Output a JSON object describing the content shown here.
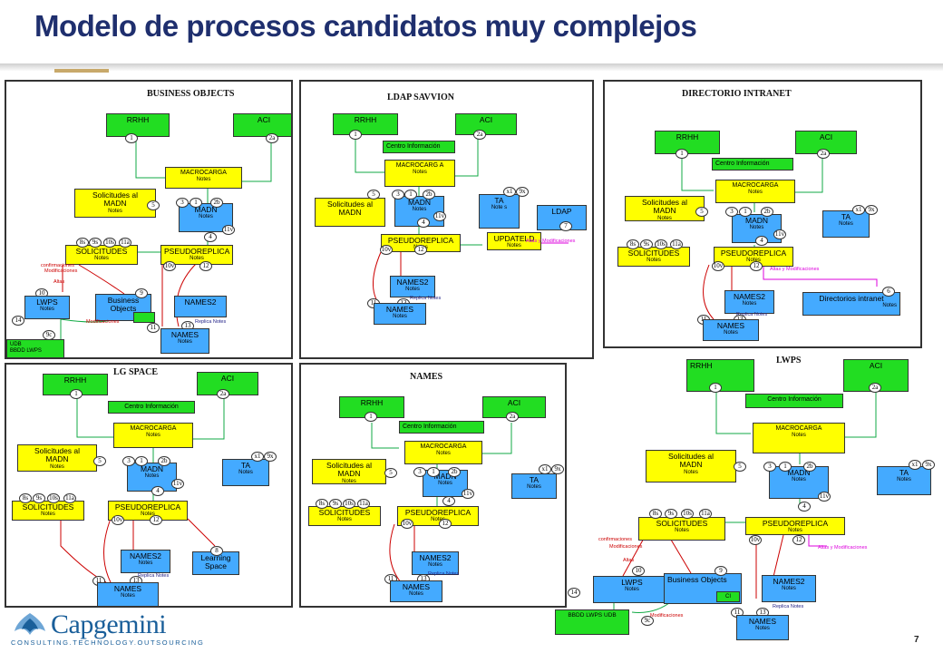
{
  "title": "Modelo de procesos candidatos muy complejos",
  "page_number": "7",
  "logo": {
    "wordmark": "Capgemini",
    "tagline": "CONSULTING.TECHNOLOGY.OUTSOURCING"
  },
  "panels": {
    "bo": {
      "title": "BUSINESS OBJECTS"
    },
    "ldap": {
      "title": "LDAP SAVVION"
    },
    "dir": {
      "title": "DIRECTORIO INTRANET"
    },
    "lg": {
      "title": "LG SPACE"
    },
    "names": {
      "title": "NAMES"
    },
    "lwps": {
      "title": "LWPS"
    }
  },
  "common": {
    "rrhh": "RRHH",
    "aci": "ACI",
    "centro": "Centro Información",
    "centro_split": "Centro Información",
    "macrocarga": "MACROCARGA",
    "macrocarga_split": "MACROCARG A",
    "notes": "Notes",
    "solicitudes_al": "Solicitudes al",
    "madn": "MADN",
    "solicitudes_al_madn": "Solicitudes al MADN",
    "pseudoreplica": "PSEUDOREPLICA",
    "solicitudes": "SOLICITUDES",
    "ta": "TA",
    "names2": "NAMES2",
    "names": "NAMES",
    "lwps": "LWPS",
    "business": "Business",
    "objects": "Objects",
    "business_objects": "Business Objects",
    "udb": "UDB",
    "bbdd_lwps": "BBDD LWPS",
    "bbdd_lwps_udb": "BBDD LWPS UDB",
    "updateld": "UPDATELD",
    "ldap": "LDAP",
    "dir_intranet": "Directorios intranet",
    "learning_space": "Learning Space",
    "ci": "CI",
    "note_split": "Note s"
  },
  "edge_labels": {
    "altas_mod": "Altas y Modificaciones",
    "confirmaciones": "confirmaciones",
    "modificaciones": "Modificaciones",
    "altas": "Altas",
    "replica": "Replica Notes",
    "modificaciones_short": "Modificaciones"
  },
  "badges": {
    "b1": "1",
    "b2a": "2a",
    "b2b": "2b",
    "b3": "3",
    "b4": "4",
    "b5": "5",
    "b6": "6",
    "b7": "7",
    "b8": "8",
    "b9": "9",
    "b9c": "9c",
    "b9s": "9s",
    "b9x": "9x",
    "b10": "10",
    "b10s": "10s",
    "b10v": "10v",
    "b11": "11",
    "b11a": "11a",
    "b11v": "11v",
    "b12": "12",
    "b13": "13",
    "b14": "14",
    "b8s": "8s",
    "bx1": "x1"
  }
}
